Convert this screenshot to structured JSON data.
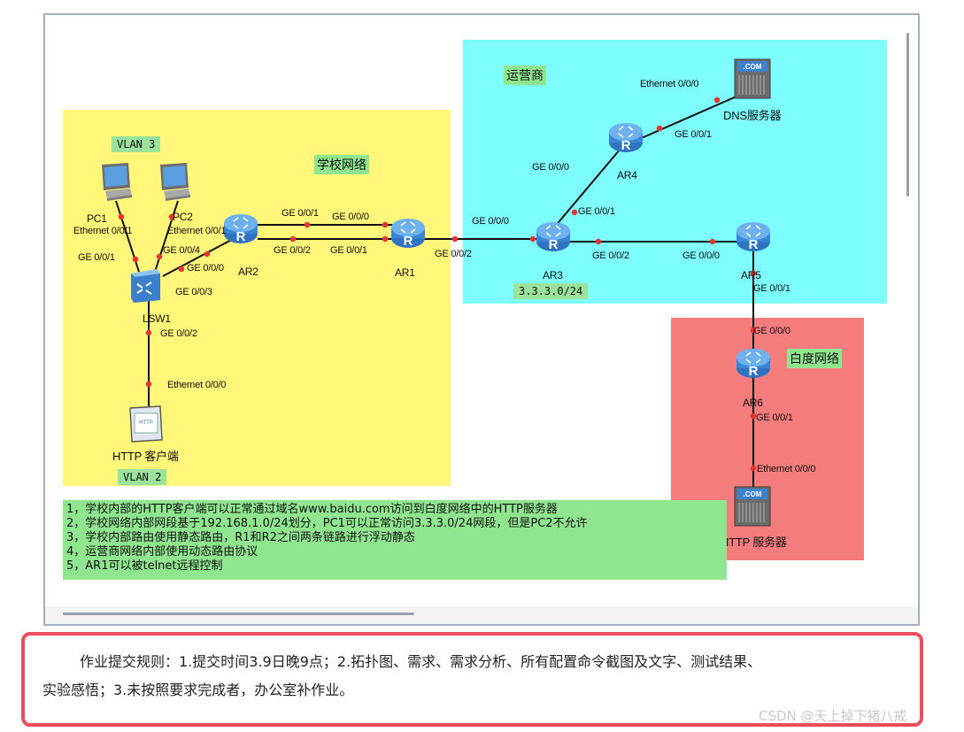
{
  "zones": {
    "campus": "学校网络",
    "isp": "运营商",
    "baidu": "白度网络",
    "isp_subnet": "3.3.3.0/24",
    "vlan3": "VLAN 3",
    "vlan2": "VLAN 2"
  },
  "devices": {
    "pc1": "PC1",
    "pc2": "PC2",
    "lsw1": "LSW1",
    "ar1": "AR1",
    "ar2": "AR2",
    "ar3": "AR3",
    "ar4": "AR4",
    "ar5": "AR5",
    "ar6": "AR6",
    "dns": "DNS服务器",
    "http_server": "HTTP 服务器",
    "http_client": "HTTP 客户端",
    "http_icon_text": "HTTP",
    "com_text": ".COM",
    "router_letter": "R"
  },
  "ports": {
    "pc1_eth": "Ethernet 0/0/1",
    "pc2_eth": "Ethernet 0/0/1",
    "lsw1_ge001": "GE 0/0/1",
    "lsw1_ge004": "GE 0/0/4",
    "lsw1_ge000": "GE 0/0/0",
    "lsw1_ge003": "GE 0/0/3",
    "lsw1_ge002": "GE 0/0/2",
    "client_eth": "Ethernet 0/0/0",
    "ar2_ge001": "GE 0/0/1",
    "ar2_ge002": "GE 0/0/2",
    "ar1_ge000": "GE 0/0/0",
    "ar1_ge001": "GE 0/0/1",
    "ar1_ge002": "GE 0/0/2",
    "ar3_ge000": "GE 0/0/0",
    "ar3_ge001": "GE 0/0/1",
    "ar3_ge002": "GE 0/0/2",
    "ar4_ge000": "GE 0/0/0",
    "ar4_ge001": "GE 0/0/1",
    "dns_eth": "Ethernet 0/0/0",
    "ar5_ge000": "GE 0/0/0",
    "ar5_ge001": "GE 0/0/1",
    "ar6_ge000": "GE 0/0/0",
    "ar6_ge001": "GE 0/0/1",
    "server_eth": "Ethernet 0/0/0"
  },
  "requirements": [
    "1，学校内部的HTTP客户端可以正常通过域名www.baidu.com访问到白度网络中的HTTP服务器",
    "2，学校网络内部网段基于192.168.1.0/24划分，PC1可以正常访问3.3.3.0/24网段，但是PC2不允许",
    "3，学校内部路由使用静态路由，R1和R2之间两条链路进行浮动静态",
    "4，运营商网络内部使用动态路由协议",
    "5，AR1可以被telnet远程控制"
  ],
  "notice": {
    "line1": "作业提交规则：1.提交时间3.9日晚9点；2.拓扑图、需求、需求分析、所有配置命令截图及文字、测试结果、",
    "line2": "实验感悟；3.未按照要求完成者，办公室补作业。"
  },
  "watermark": "CSDN @天上掉下猪八戒",
  "colors": {
    "campus": "#fff67a",
    "isp": "#7dfdfd",
    "baidu": "#f47c7c",
    "tag": "#8fe68f",
    "link": "#111111",
    "port_dot": "#e8322e",
    "router": "#3a86d4",
    "notice_border": "#ee4b5e"
  }
}
